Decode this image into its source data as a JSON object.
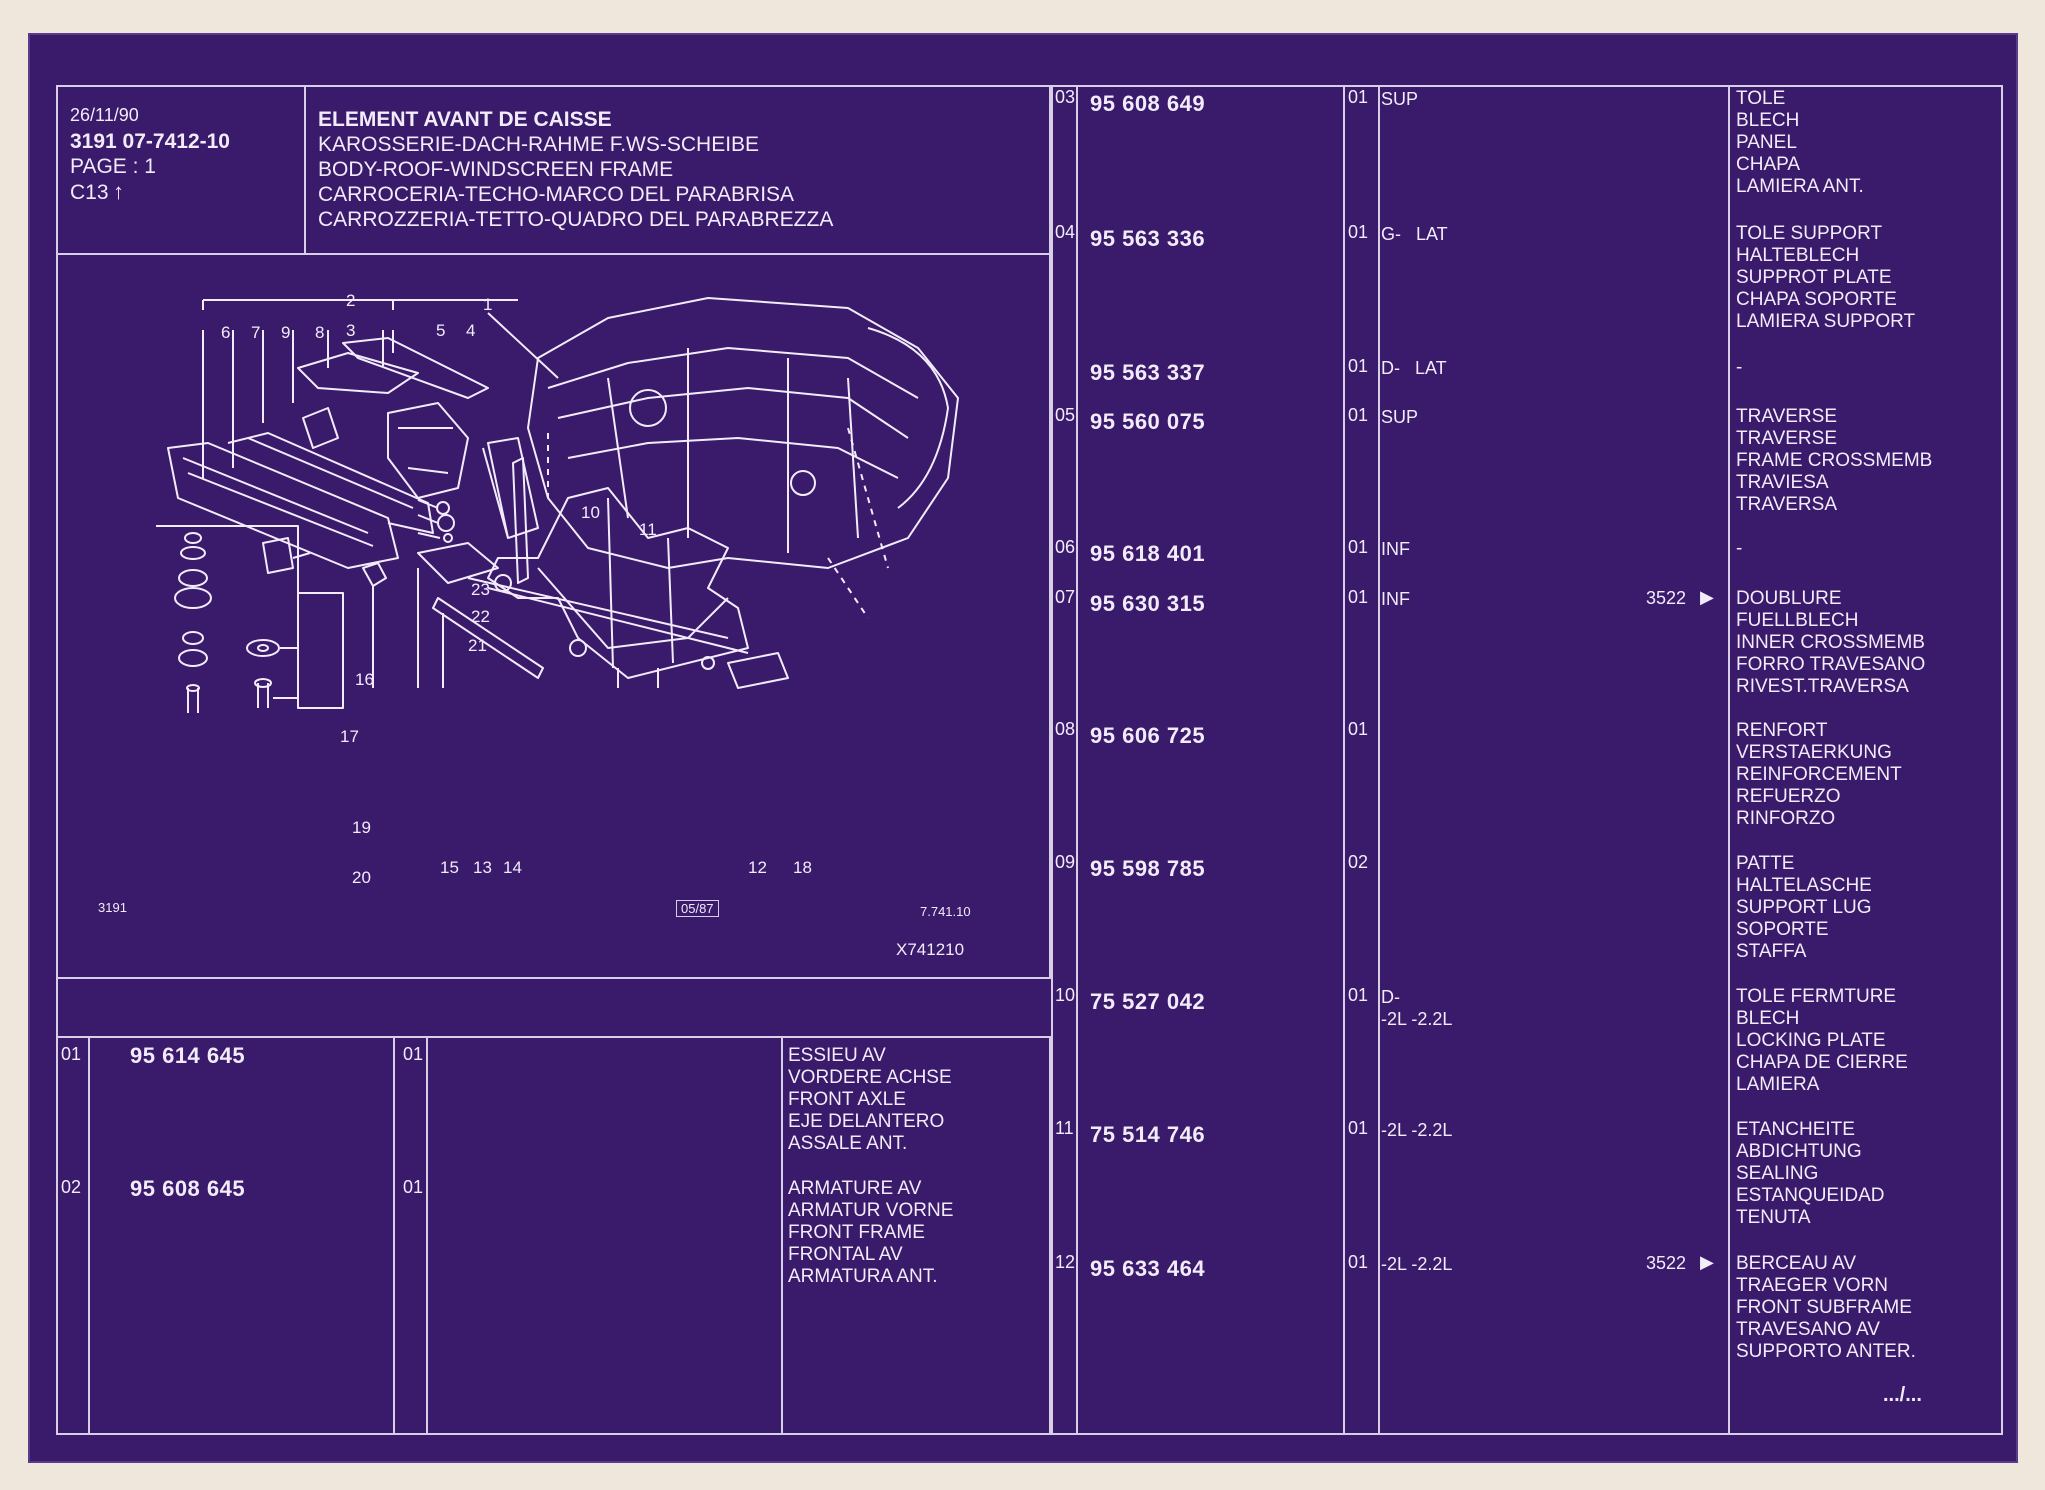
{
  "header": {
    "date": "26/11/90",
    "ref": "3191  07-7412-10",
    "page": "PAGE : 1",
    "section": "C13",
    "title_lines": [
      "ELEMENT AVANT DE CAISSE",
      "KAROSSERIE-DACH-RAHME F.WS-SCHEIBE",
      "BODY-ROOF-WINDSCREEN FRAME",
      "CARROCERIA-TECHO-MARCO DEL PARABRISA",
      "CARROZZERIA-TETTO-QUADRO DEL PARABREZZA"
    ]
  },
  "diagram": {
    "code_left": "3191",
    "date_box": "05/87",
    "code_right": "7.741.10",
    "ref": "X741210",
    "callouts": [
      "1",
      "2",
      "3",
      "4",
      "5",
      "6",
      "7",
      "8",
      "9",
      "10",
      "11",
      "12",
      "13",
      "14",
      "15",
      "16",
      "17",
      "18",
      "19",
      "20",
      "21",
      "22",
      "23"
    ]
  },
  "parts_left": [
    {
      "pos": "01",
      "part": "95 614 645",
      "qty": "01",
      "variant": "",
      "ref": "",
      "desc": [
        "ESSIEU AV",
        "VORDERE ACHSE",
        "FRONT AXLE",
        "EJE DELANTERO",
        "ASSALE ANT."
      ]
    },
    {
      "pos": "02",
      "part": "95 608 645",
      "qty": "01",
      "variant": "",
      "ref": "",
      "desc": [
        "ARMATURE AV",
        "ARMATUR VORNE",
        "FRONT FRAME",
        "FRONTAL AV",
        "ARMATURA ANT."
      ]
    }
  ],
  "parts_right": [
    {
      "pos": "03",
      "part": "95 608 649",
      "qty": "01",
      "variant": "SUP",
      "ref": "",
      "desc": [
        "TOLE",
        "BLECH",
        "PANEL",
        "CHAPA",
        "LAMIERA ANT."
      ]
    },
    {
      "pos": "04",
      "part": "95 563 336",
      "qty": "01",
      "variant": "G-   LAT",
      "ref": "",
      "desc": [
        "TOLE SUPPORT",
        "HALTEBLECH",
        "SUPPROT PLATE",
        "CHAPA SOPORTE",
        "LAMIERA SUPPORT"
      ]
    },
    {
      "pos": "",
      "part": "95 563 337",
      "qty": "01",
      "variant": "D-   LAT",
      "ref": "",
      "desc": [
        "-"
      ]
    },
    {
      "pos": "05",
      "part": "95 560 075",
      "qty": "01",
      "variant": "SUP",
      "ref": "",
      "desc": [
        "TRAVERSE",
        "TRAVERSE",
        "FRAME CROSSMEMB",
        "TRAVIESA",
        "TRAVERSA"
      ]
    },
    {
      "pos": "06",
      "part": "95 618 401",
      "qty": "01",
      "variant": "INF",
      "ref": "",
      "desc": [
        "-"
      ]
    },
    {
      "pos": "07",
      "part": "95 630 315",
      "qty": "01",
      "variant": "INF",
      "ref": "3522",
      "desc": [
        "DOUBLURE",
        "FUELLBLECH",
        "INNER CROSSMEMB",
        "FORRO TRAVESANO",
        "RIVEST.TRAVERSA"
      ]
    },
    {
      "pos": "08",
      "part": "95 606 725",
      "qty": "01",
      "variant": "",
      "ref": "",
      "desc": [
        "RENFORT",
        "VERSTAERKUNG",
        "REINFORCEMENT",
        "REFUERZO",
        "RINFORZO"
      ]
    },
    {
      "pos": "09",
      "part": "95 598 785",
      "qty": "02",
      "variant": "",
      "ref": "",
      "desc": [
        "PATTE",
        "HALTELASCHE",
        "SUPPORT LUG",
        "SOPORTE",
        "STAFFA"
      ]
    },
    {
      "pos": "10",
      "part": "75 527 042",
      "qty": "01",
      "variant": "D-\n-2L -2.2L",
      "ref": "",
      "desc": [
        "TOLE FERMTURE",
        "BLECH",
        "LOCKING PLATE",
        "CHAPA DE CIERRE",
        "LAMIERA"
      ]
    },
    {
      "pos": "11",
      "part": "75 514 746",
      "qty": "01",
      "variant": "-2L -2.2L",
      "ref": "",
      "desc": [
        "ETANCHEITE",
        "ABDICHTUNG",
        "SEALING",
        "ESTANQUEIDAD",
        "TENUTA"
      ]
    },
    {
      "pos": "12",
      "part": "95 633 464",
      "qty": "01",
      "variant": "-2L -2.2L",
      "ref": "3522",
      "desc": [
        "BERCEAU AV",
        "TRAEGER VORN",
        "FRONT SUBFRAME",
        "TRAVESANO AV",
        "SUPPORTO ANTER."
      ]
    }
  ],
  "footer": {
    "continued": ".../..."
  },
  "colors": {
    "background": "#3a1a6a",
    "lines": "#d8cfe6",
    "text": "#f2ecfa",
    "paper": "#efe6dc"
  }
}
